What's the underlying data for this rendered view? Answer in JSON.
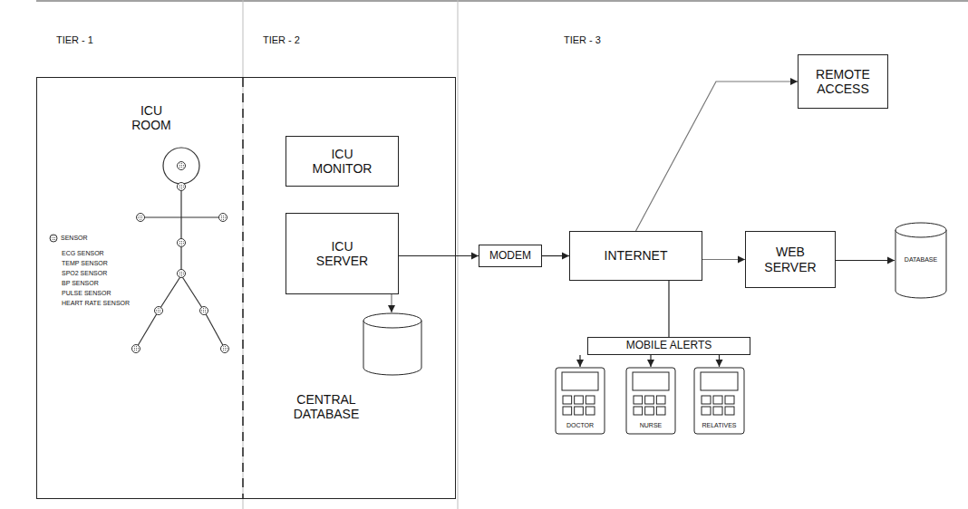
{
  "diagram": {
    "nodes": [
      {
        "text": [
          "ICU ROOM"
        ]
      },
      {
        "text": [
          "ICU MONITOR"
        ],
        "in": 0
      },
      {
        "text": [
          "ICU SERVER"
        ],
        "in": 0
      },
      {
        "text": [
          "CENTRAL DATABASE"
        ],
        "in": 0
      },
      {
        "text": [
          "MODEM"
        ]
      },
      {
        "text": [
          "INTERNET"
        ]
      },
      {
        "text": [
          "REMOTE ACCESS"
        ]
      },
      {
        "text": [
          "WEB SERVER"
        ]
      },
      {
        "text": [
          "DATABASE"
        ]
      },
      {
        "text": [
          "MOBILE ALERTS"
        ]
      },
      {
        "text": [
          "DOCTOR"
        ]
      },
      {
        "text": [
          "NURSE"
        ]
      },
      {
        "text": [
          "RELATIVES"
        ]
      }
    ],
    "edges": [
      {
        "from": 2,
        "to": 3,
        "arrow": "to"
      },
      {
        "from": 2,
        "to": 4,
        "arrow": "to"
      },
      {
        "from": 4,
        "to": 5,
        "arrow": "to"
      },
      {
        "from": 5,
        "to": 6,
        "arrow": "to"
      },
      {
        "from": 5,
        "to": 7,
        "arrow": "to"
      },
      {
        "from": 7,
        "to": 8,
        "arrow": "to"
      },
      {
        "from": 5,
        "to": 9,
        "arrow": "none"
      },
      {
        "from": 9,
        "to": 10,
        "arrow": "to"
      },
      {
        "from": 9,
        "to": 11,
        "arrow": "to"
      },
      {
        "from": 9,
        "to": 12,
        "arrow": "to"
      }
    ],
    "labels": [
      "TIER - 1",
      "TIER - 2",
      "TIER - 3",
      "ECG SENSOR",
      "TEMP SENSOR",
      "SPO2 SENSOR",
      "BP SENSOR",
      "PULSE SENSOR",
      "HEART RATE SENSOR"
    ],
    "legend": [
      {
        "text": "SENSOR"
      }
    ]
  }
}
